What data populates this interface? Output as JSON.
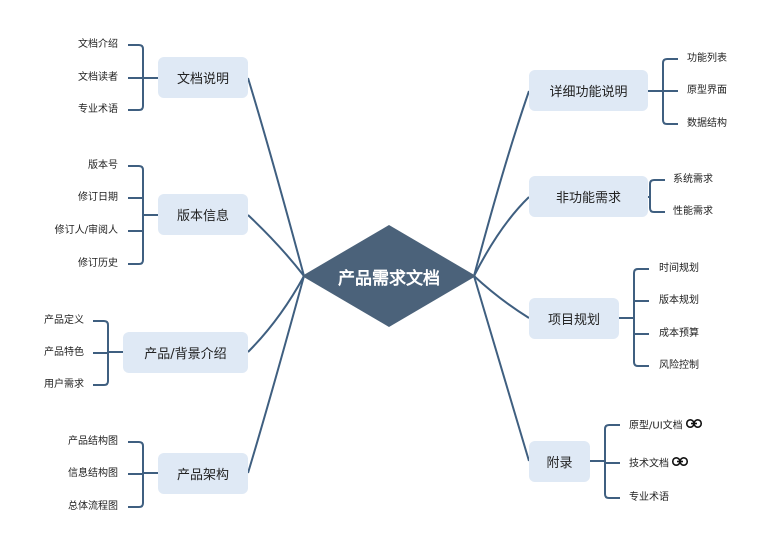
{
  "center": {
    "title": "产品需求文档"
  },
  "left": [
    {
      "label": "文档说明",
      "items": [
        "文档介绍",
        "文档读者",
        "专业术语"
      ]
    },
    {
      "label": "版本信息",
      "items": [
        "版本号",
        "修订日期",
        "修订人/审阅人",
        "修订历史"
      ]
    },
    {
      "label": "产品/背景介绍",
      "items": [
        "产品定义",
        "产品特色",
        "用户需求"
      ]
    },
    {
      "label": "产品架构",
      "items": [
        "产品结构图",
        "信息结构图",
        "总体流程图"
      ]
    }
  ],
  "right": [
    {
      "label": "详细功能说明",
      "items": [
        "功能列表",
        "原型界面",
        "数据结构"
      ]
    },
    {
      "label": "非功能需求",
      "items": [
        "系统需求",
        "性能需求"
      ]
    },
    {
      "label": "项目规划",
      "items": [
        "时间规划",
        "版本规划",
        "成本预算",
        "风险控制"
      ]
    },
    {
      "label": "附录",
      "items": [
        "原型/UI文档",
        "技术文档",
        "专业术语"
      ]
    }
  ],
  "colors": {
    "line": "#3f5f80",
    "center_fill": "#4b627a",
    "branch_fill": "#dfe9f5"
  },
  "icons": {
    "right.3.items.0": "link-icon",
    "right.3.items.1": "link-icon"
  }
}
